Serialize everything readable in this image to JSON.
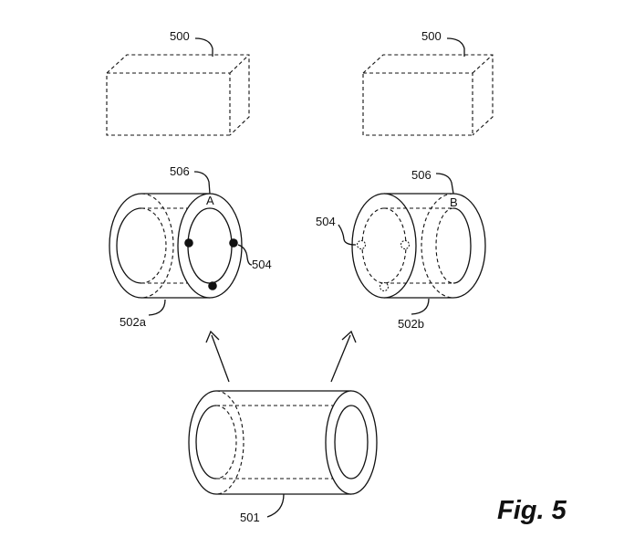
{
  "labels": {
    "box_left": "500",
    "box_right": "500",
    "ring_left": "506",
    "ring_right": "506",
    "point_left": "A",
    "point_right": "B",
    "marks_left": "504",
    "marks_right": "504",
    "part_left": "502a",
    "part_right": "502b",
    "tube": "501",
    "figure_title": "Fig. 5"
  },
  "colors": {
    "line": "#111111",
    "background": "#ffffff"
  }
}
